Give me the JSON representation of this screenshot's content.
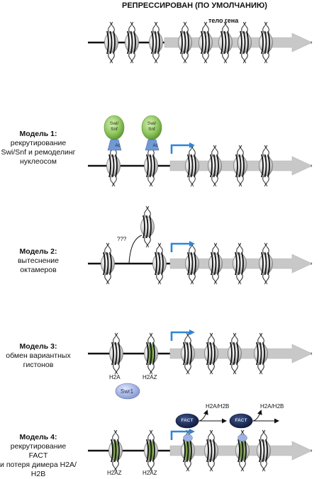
{
  "title": "РЕПРЕССИРОВАН (ПО УМОЛЧАНИЮ)",
  "gene_body_label": "тело гена",
  "models": [
    {
      "name": "Модель 1:",
      "lines": [
        "рекрутирование",
        "Swi/Snf и ремоделинг",
        "нуклеосом"
      ]
    },
    {
      "name": "Модель 2:",
      "lines": [
        "вытеснение",
        "октамеров"
      ]
    },
    {
      "name": "Модель 3:",
      "lines": [
        "обмен вариантных",
        "гистонов"
      ]
    },
    {
      "name": "Модель 4:",
      "lines": [
        "рекрутирование FACT",
        "и потеря димера H2A/",
        "H2B"
      ]
    }
  ],
  "labels": {
    "swi_snf_1": "Swi/",
    "swi_snf_2": "Snf",
    "ac": "Ac",
    "unknown": "???",
    "h2a": "H2A",
    "h2az": "H2AZ",
    "swr1": "Swr1",
    "fact": "FACT",
    "h2a_h2b": "H2A/H2B"
  },
  "colors": {
    "line": "#111111",
    "arrow_body": "#c8c8c8",
    "nucleosome": "#d9d9d9",
    "nucleosome_green": "#6f9a3e",
    "swi_snf": "#8ec65c",
    "promoter_arrow": "#2f86d8",
    "swr1": "#8aa0d6",
    "fact": "#0f1e44"
  }
}
